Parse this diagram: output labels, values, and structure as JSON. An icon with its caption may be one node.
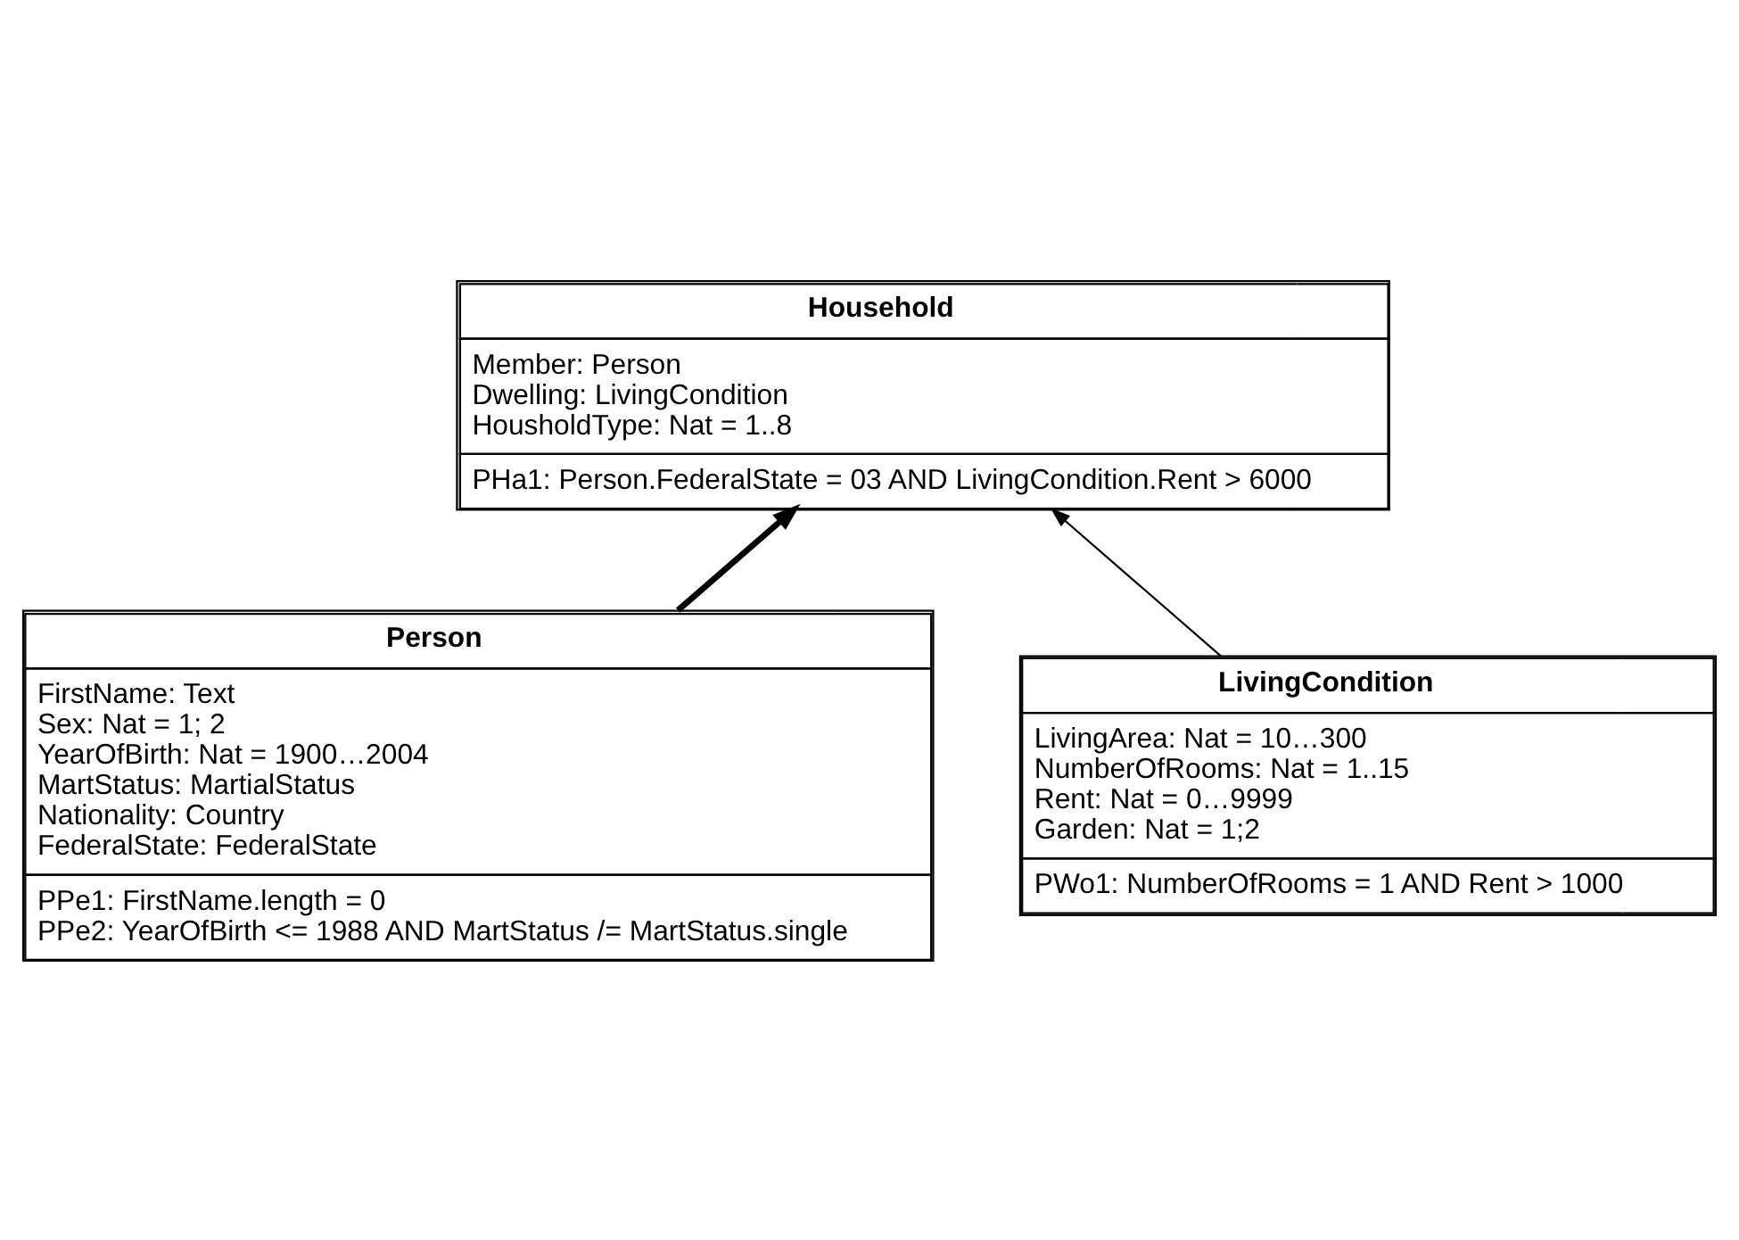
{
  "diagram": {
    "nodes": [
      {
        "text": [
          "Household",
          "Member: Person",
          "Dwelling: LivingCondition",
          "HousholdType: Nat = 1..8",
          "PHa1: Person.FederalState = 03 AND LivingCondition.Rent > 6000"
        ]
      },
      {
        "text": [
          "Person",
          "FirstName: Text",
          "Sex: Nat = 1; 2",
          "YearOfBirth: Nat = 1900…2004",
          "MartStatus: MartialStatus",
          "Nationality: Country",
          "FederalState: FederalState",
          "PPe1: FirstName.length = 0",
          "PPe2: YearOfBirth <= 1988 AND MartStatus /= MartStatus.single"
        ]
      },
      {
        "text": [
          "LivingCondition",
          "LivingArea: Nat = 10…300",
          "NumberOfRooms: Nat = 1..15",
          "Rent: Nat = 0…9999",
          "Garden: Nat = 1;2",
          "PWo1: NumberOfRooms = 1 AND Rent > 1000"
        ]
      }
    ],
    "edges": [
      {
        "from": 1,
        "to": 0,
        "arrow": "to",
        "style": "thick"
      },
      {
        "from": 2,
        "to": 0,
        "arrow": "to"
      }
    ]
  }
}
